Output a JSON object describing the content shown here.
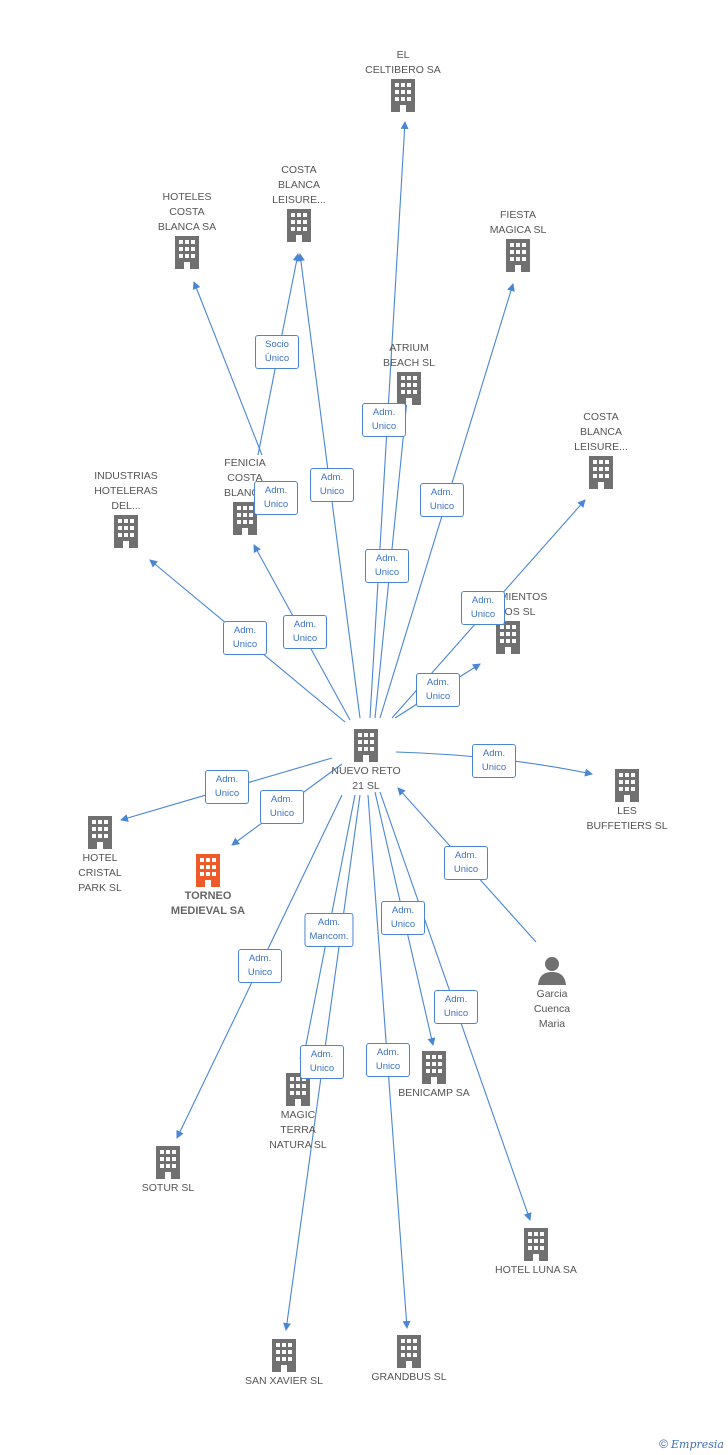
{
  "colors": {
    "edge": "#4a86d4",
    "building": "#707070",
    "focus_building": "#f05a28",
    "person": "#707070"
  },
  "nodes": {
    "center": {
      "label": "NUEVO RETO\n21 SL",
      "icon": "building-icon"
    },
    "celtibero": {
      "label": "EL\nCELTIBERO SA",
      "icon": "building-icon"
    },
    "cbl1": {
      "label": "COSTA\nBLANCA\nLEISURE...",
      "icon": "building-icon"
    },
    "hoteles": {
      "label": "HOTELES\nCOSTA\nBLANCA SA",
      "icon": "building-icon"
    },
    "fiesta": {
      "label": "FIESTA\nMAGICA SL",
      "icon": "building-icon"
    },
    "atrium": {
      "label": "ATRIUM\nBEACH SL",
      "icon": "building-icon"
    },
    "cbl2": {
      "label": "COSTA\nBLANCA\nLEISURE...",
      "icon": "building-icon"
    },
    "industrias": {
      "label": "INDUSTRIAS\nHOTELERAS\nDEL...",
      "icon": "building-icon"
    },
    "fenicia": {
      "label": "FENICIA\nCOSTA\nBLANCA",
      "icon": "building-icon"
    },
    "alojamientos": {
      "label": "AMIENTOS\nOS SL",
      "icon": "building-icon"
    },
    "buffetiers": {
      "label": "LES\nBUFFETIERS SL",
      "icon": "building-icon"
    },
    "cristal": {
      "label": "HOTEL\nCRISTAL\nPARK SL",
      "icon": "building-icon"
    },
    "torneo": {
      "label": "TORNEO\nMEDIEVAL SA",
      "icon": "building-icon"
    },
    "garcia": {
      "label": "Garcia\nCuenca\nMaria",
      "icon": "person-icon"
    },
    "benicamp": {
      "label": "BENICAMP SA",
      "icon": "building-icon"
    },
    "magic": {
      "label": "MAGIC\nTERRA\nNATURA SL",
      "icon": "building-icon"
    },
    "sotur": {
      "label": "SOTUR SL",
      "icon": "building-icon"
    },
    "hotelluna": {
      "label": "HOTEL LUNA SA",
      "icon": "building-icon"
    },
    "sanxavier": {
      "label": "SAN XAVIER SL",
      "icon": "building-icon"
    },
    "grandbus": {
      "label": "GRANDBUS SL",
      "icon": "building-icon"
    }
  },
  "badges": {
    "socio": "Socio\nÚnico",
    "atrium": "Adm.\nUnico",
    "fenicia_up": "Adm.\nUnico",
    "cbl1": "Adm.\nUnico",
    "fiesta": "Adm.\nUnico",
    "celtibero": "Adm.\nUnico",
    "aloj": "Adm.\nUnico",
    "industrias": "Adm.\nUnico",
    "fenicia": "Adm.\nUnico",
    "cbl2": "Adm.\nUnico",
    "buffetiers": "Adm.\nUnico",
    "cristal": "Adm.\nUnico",
    "torneo": "Adm.\nUnico",
    "garcia": "Adm.\nUnico",
    "benicamp": "Adm.\nUnico",
    "magic_manc": "Adm.\nMancom.",
    "hotelluna": "Adm.\nUnico",
    "sotur": "Adm.\nUnico",
    "magic": "Adm.\nUnico",
    "grandbus": "Adm.\nUnico"
  },
  "footer": {
    "copyright": "©",
    "brand": "Empresia"
  }
}
